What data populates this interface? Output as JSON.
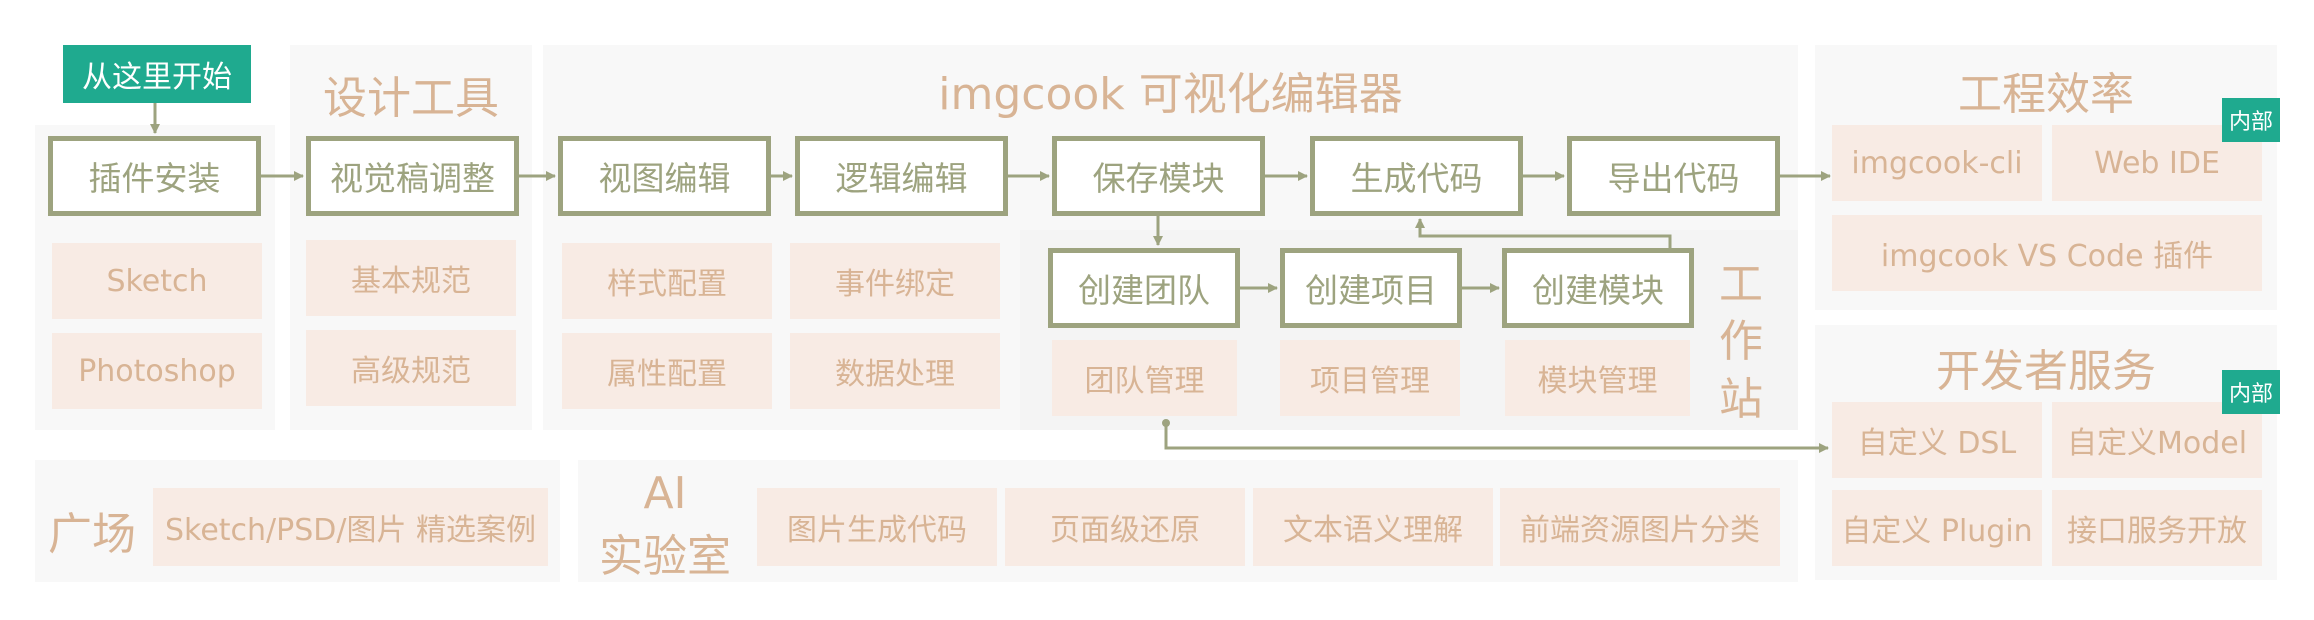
{
  "start_label": "从这里开始",
  "sections": {
    "design_tools": "设计工具",
    "editor": "imgcook 可视化编辑器",
    "engineering": "工程效率",
    "dev_services": "开发者服务",
    "plaza": "广场",
    "ai_lab_line1": "AI",
    "ai_lab_line2": "实验室",
    "workstation_1": "工",
    "workstation_2": "作",
    "workstation_3": "站"
  },
  "flow": [
    "插件安装",
    "视觉稿调整",
    "视图编辑",
    "逻辑编辑",
    "保存模块",
    "生成代码",
    "导出代码"
  ],
  "workstation_flow": [
    "创建团队",
    "创建项目",
    "创建模块"
  ],
  "plugin_tiles": [
    "Sketch",
    "Photoshop"
  ],
  "spec_tiles": [
    "基本规范",
    "高级规范"
  ],
  "editor_tiles": [
    "样式配置",
    "事件绑定",
    "属性配置",
    "数据处理"
  ],
  "workstation_tiles": [
    "团队管理",
    "项目管理",
    "模块管理"
  ],
  "engineering_tiles": [
    "imgcook-cli",
    "Web IDE",
    "imgcook VS Code 插件"
  ],
  "dev_tiles": [
    "自定义 DSL",
    "自定义Model",
    "自定义 Plugin",
    "接口服务开放"
  ],
  "plaza_tile": "Sketch/PSD/图片 精选案例",
  "ai_tiles": [
    "图片生成代码",
    "页面级还原",
    "文本语义理解",
    "前端资源图片分类"
  ],
  "badges": [
    "内部",
    "内部"
  ],
  "colors": {
    "box_border": "#9da37f",
    "tile_bg": "#f8ebe4",
    "tile_text": "#d8b495",
    "accent": "#1faa8f",
    "panel_bg": "#f8f8f8"
  }
}
